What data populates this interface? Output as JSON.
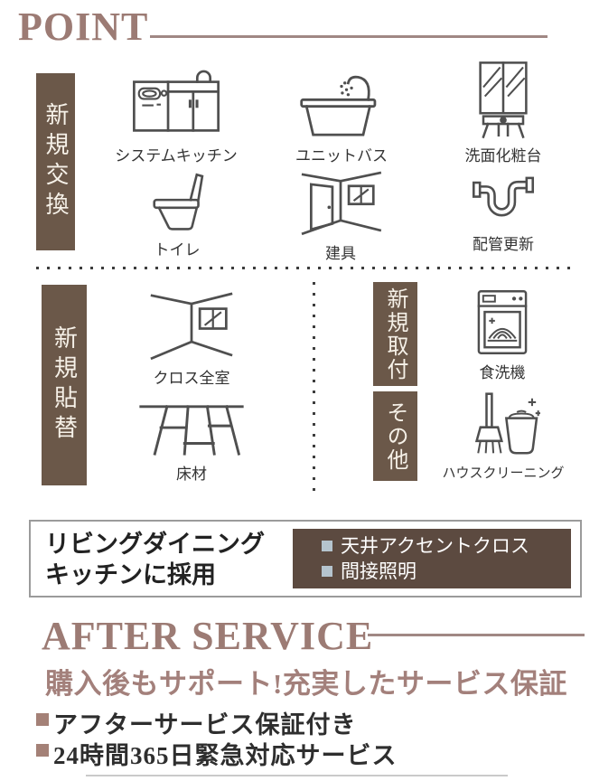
{
  "point": {
    "title": "POINT",
    "groups": [
      {
        "label": "新規交換"
      },
      {
        "label": "新規貼替"
      },
      {
        "label": "新規取付"
      },
      {
        "label": "その他"
      }
    ],
    "items": {
      "system_kitchen": "システムキッチン",
      "unit_bath": "ユニットバス",
      "vanity": "洗面化粧台",
      "toilet": "トイレ",
      "fittings": "建具",
      "piping": "配管更新",
      "wallpaper": "クロス全室",
      "flooring": "床材",
      "dishwasher": "食洗機",
      "cleaning": "ハウスクリーニング"
    }
  },
  "adoption": {
    "title_line1": "リビングダイニング",
    "title_line2": "キッチンに採用",
    "features": [
      "天井アクセントクロス",
      "間接照明"
    ]
  },
  "after_service": {
    "title": "AFTER SERVICE",
    "headline": "購入後もサポート!充実したサービス保証",
    "bullets": [
      "アフターサービス保証付き",
      "24時間365日緊急対応サービス"
    ]
  },
  "colors": {
    "accent_mauve": "#9c7b74",
    "bar_brown": "#6b5849",
    "dark_box_brown": "#5c4a40",
    "feature_bullet": "#b5c4ce",
    "list_bullet": "#a48177",
    "icon_stroke": "#4f4f4f"
  }
}
